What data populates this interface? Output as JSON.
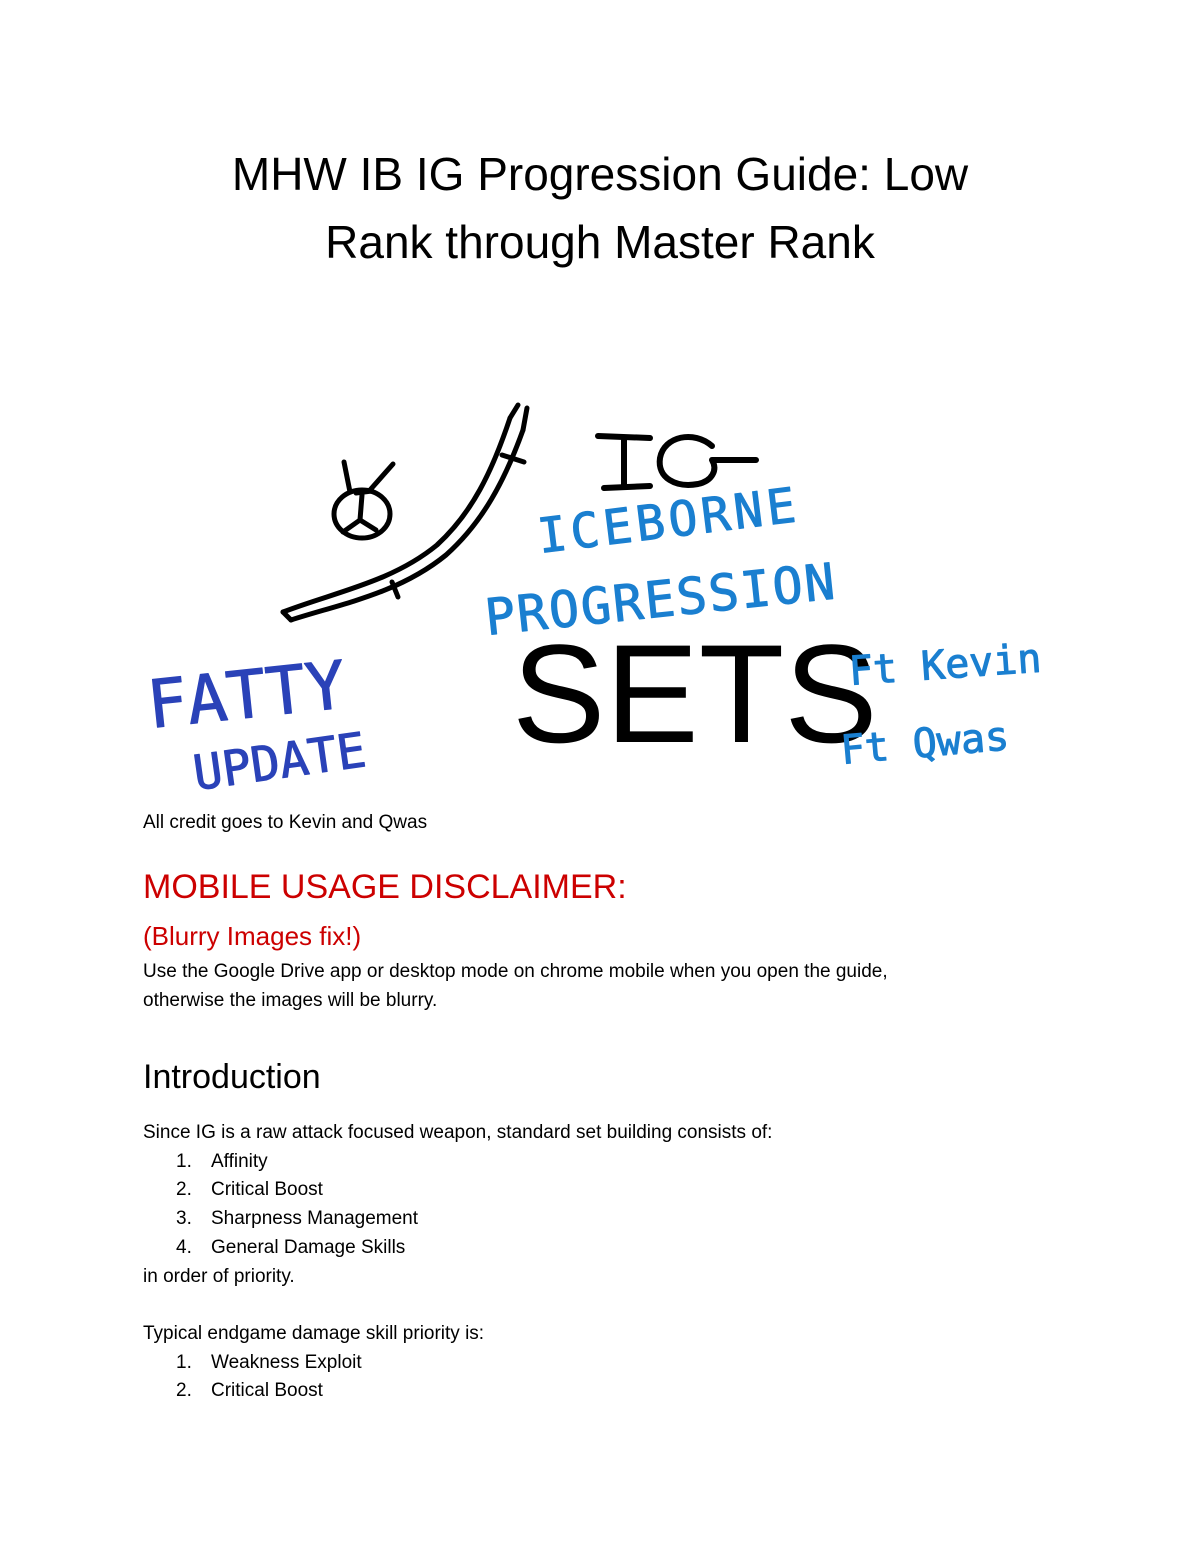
{
  "document": {
    "title_line1": "MHW IB IG Progression Guide: Low",
    "title_line2": "Rank through Master Rank",
    "hero": {
      "text_ig": "IG",
      "text_iceborne": "ICEBORNE",
      "text_progression": "PROGRESSION",
      "text_sets": "SETS",
      "text_fatty": "FATTY",
      "text_update": "UPDATE",
      "text_ft_kevin": "Ft Kevin",
      "text_ft_qwas": "Ft Qwas",
      "colors": {
        "ink": "#000000",
        "blue_handwriting": "#1a7fd0",
        "navy_handwriting": "#2a42b8"
      }
    },
    "credit": "All credit goes to Kevin and Qwas",
    "disclaimer": {
      "heading": "MOBILE USAGE DISCLAIMER:",
      "subheading": "(Blurry Images fix!)",
      "body_line1": "Use the Google Drive app or desktop mode on chrome mobile when you open the guide,",
      "body_line2": "otherwise the images will be blurry.",
      "color": "#cc0000"
    },
    "introduction": {
      "heading": "Introduction",
      "lead": "Since IG is a raw attack focused weapon, standard set building consists of:",
      "priorities": [
        {
          "num": "1.",
          "text": "Affinity"
        },
        {
          "num": "2.",
          "text": "Critical Boost"
        },
        {
          "num": "3.",
          "text": "Sharpness Management"
        },
        {
          "num": "4.",
          "text": "General Damage Skills"
        }
      ],
      "priority_note": "in order of priority.",
      "endgame_lead": "Typical endgame damage skill priority is:",
      "endgame": [
        {
          "num": "1.",
          "text": "Weakness Exploit"
        },
        {
          "num": "2.",
          "text": "Critical Boost"
        }
      ]
    }
  }
}
